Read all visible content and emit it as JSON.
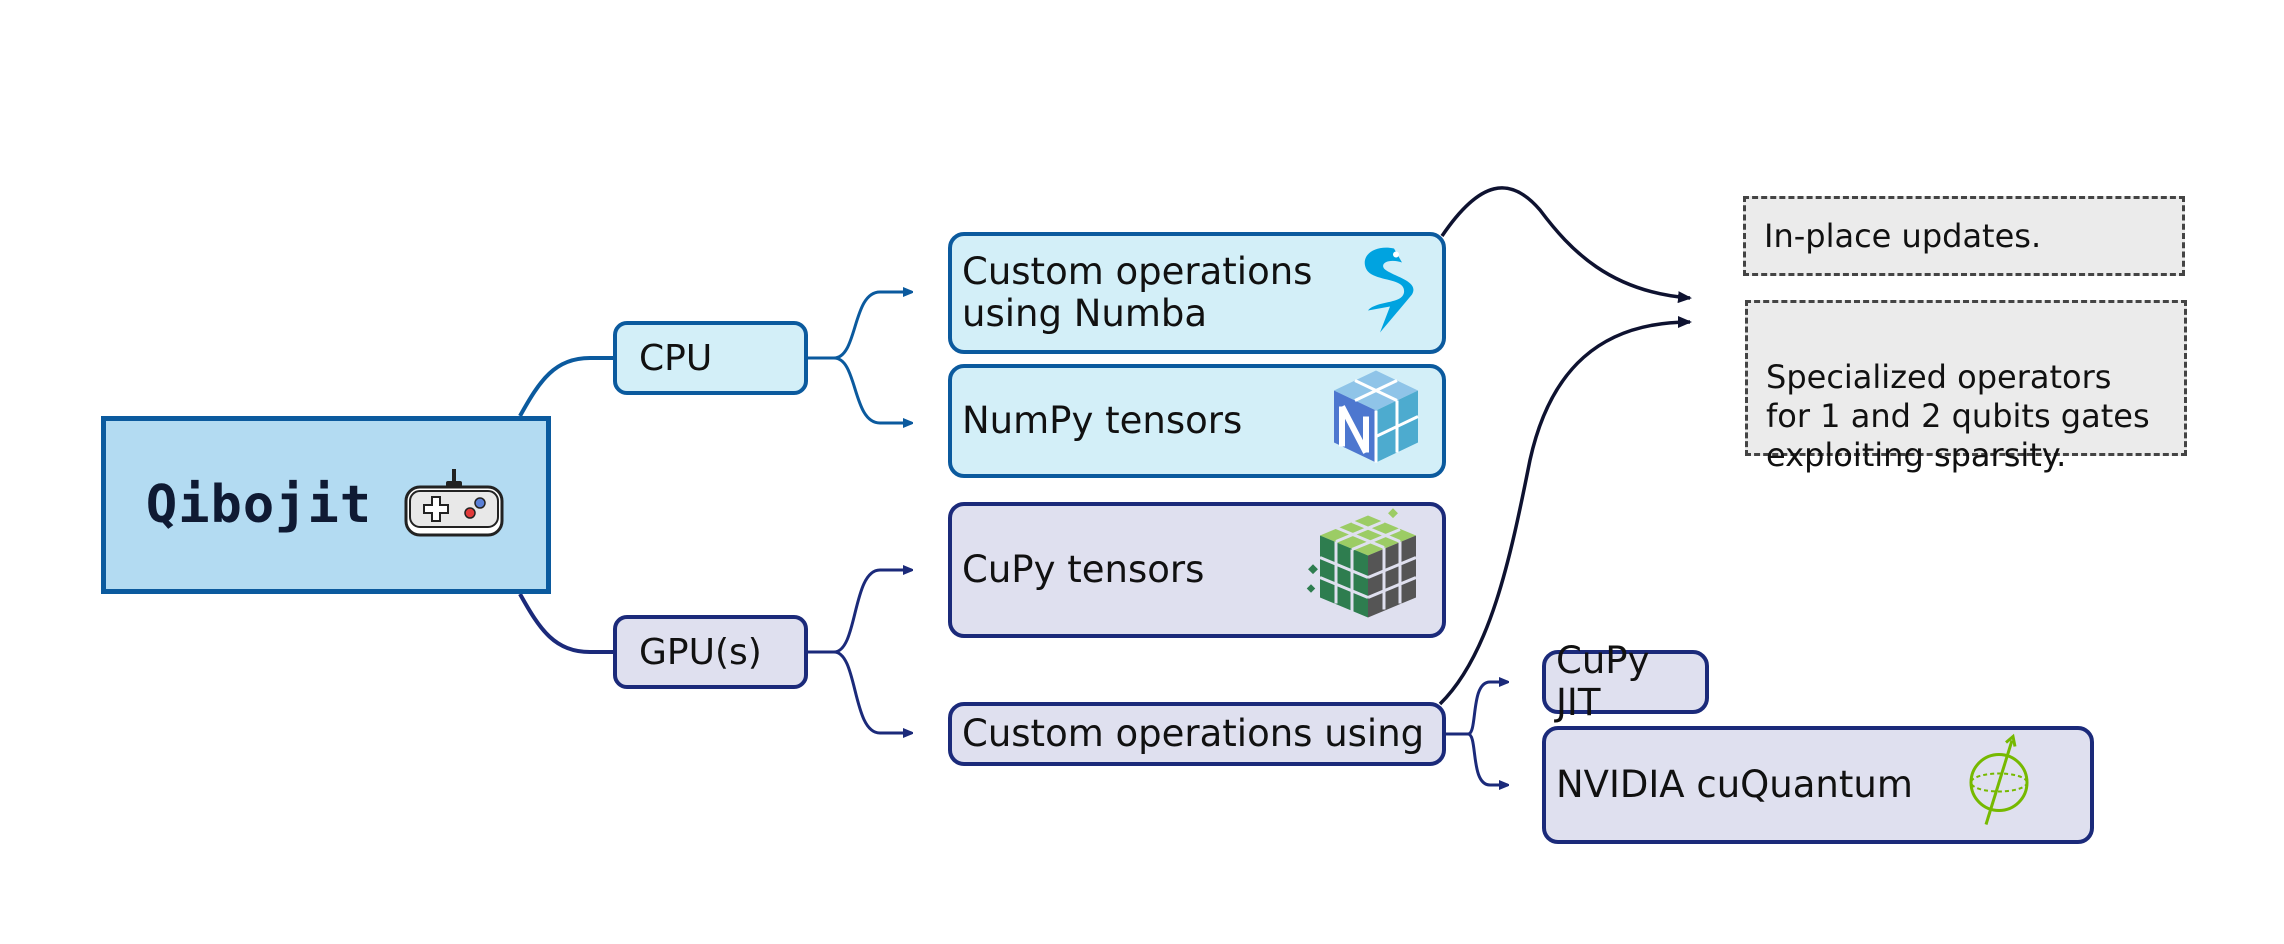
{
  "root": {
    "title": "Qibojit",
    "icon": "gamepad-icon"
  },
  "branches": {
    "cpu": {
      "label": "CPU"
    },
    "gpu": {
      "label": "GPU(s)"
    }
  },
  "cpu_leaves": [
    {
      "label": "Custom operations\nusing Numba",
      "icon": "numba-snake-icon"
    },
    {
      "label": "NumPy tensors",
      "icon": "numpy-cube-icon"
    }
  ],
  "gpu_leaves": [
    {
      "label": "CuPy tensors",
      "icon": "cupy-cube-icon"
    },
    {
      "label": "Custom operations using"
    }
  ],
  "gpu_custom_options": [
    {
      "label": "CuPy JIT"
    },
    {
      "label": "NVIDIA cuQuantum",
      "icon": "cuquantum-bloch-sphere-icon"
    }
  ],
  "notes": [
    {
      "text": "In-place updates."
    },
    {
      "text": "Specialized operators\nfor 1 and 2 qubits gates\nexploiting sparsity."
    }
  ],
  "colors": {
    "cpu_fill": "#d3eff8",
    "cpu_stroke": "#0b5a9e",
    "gpu_fill": "#dfe0ef",
    "gpu_stroke": "#1b2a7a",
    "root_fill": "#b3dbf2",
    "note_fill": "#ebebeb",
    "numba_accent": "#00a3e0",
    "numpy_accent": "#4d77cf",
    "cupy_accent": "#76b900",
    "nvidia_accent": "#76b900"
  }
}
